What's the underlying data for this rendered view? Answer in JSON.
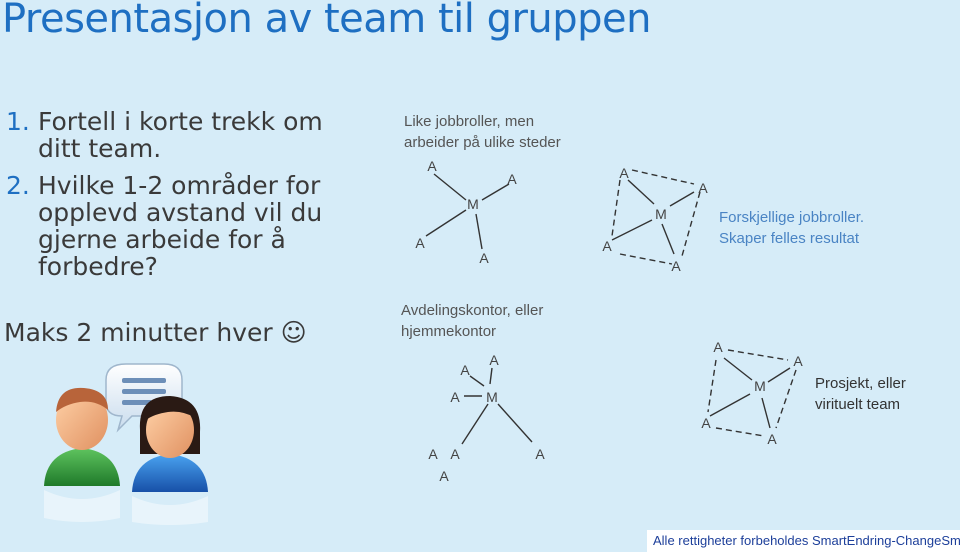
{
  "slide": {
    "title": "Presentasjon av team til gruppen",
    "questions": [
      {
        "num": "1.",
        "text": "Fortell i korte trekk om ditt team."
      },
      {
        "num": "2.",
        "text": "Hvilke 1-2 områder for opplevd avstand vil du gjerne arbeide for å forbedre?"
      }
    ],
    "time_note": "Maks 2 minutter hver ☺",
    "captions": {
      "same_roles_line1": "Like jobbroller, men",
      "same_roles_line2": "arbeider på ulike steder",
      "diff_roles_line1": "Forskjellige jobbroller.",
      "diff_roles_line2": "Skaper felles resultat",
      "office_line1": "Avdelingskontor, eller",
      "office_line2": "hjemmekontor",
      "project_line1": "Prosjekt, eller",
      "project_line2": "virituelt team"
    },
    "node_labels": {
      "member": "A",
      "manager": "M"
    },
    "footer": "Alle rettigheter forbeholdes SmartEndring-ChangeSmart ™"
  },
  "colors": {
    "background": "#d6ecf8",
    "title": "#1e6fc2",
    "footer_text": "#1d3f9a"
  },
  "icons": [
    "two-people-chat-icon"
  ]
}
